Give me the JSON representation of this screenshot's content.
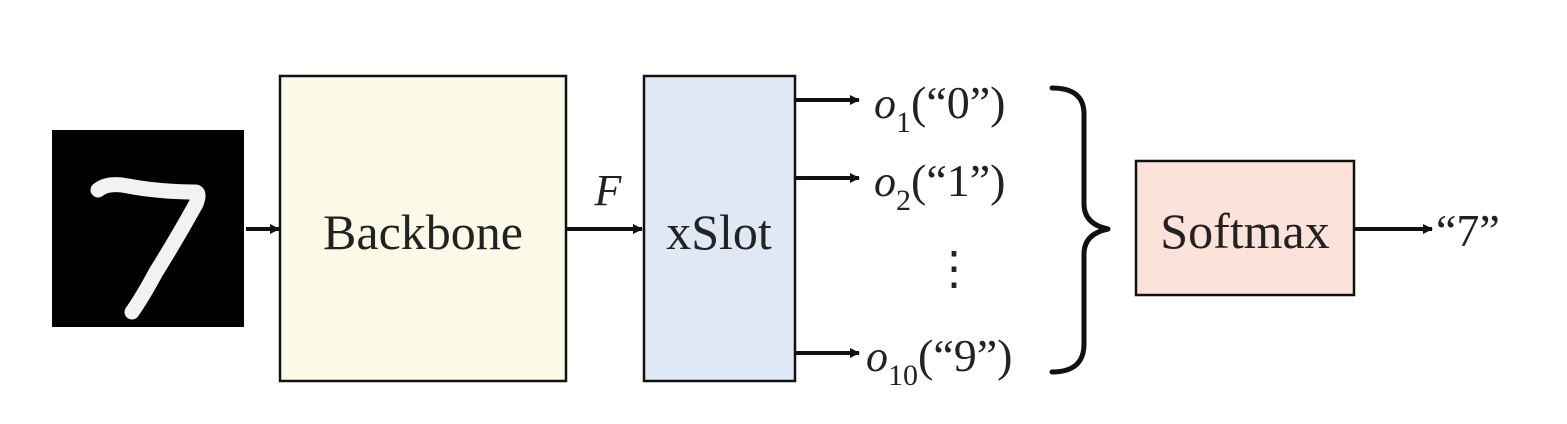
{
  "input_image": {
    "digit": "7",
    "background_color": "#000000",
    "stroke_color": "#f2f2f2"
  },
  "blocks": {
    "backbone": {
      "label": "Backbone",
      "fill": "#fafae6"
    },
    "xslot": {
      "label": "xSlot",
      "fill": "#dfe8f5"
    },
    "softmax": {
      "label": "Softmax",
      "fill": "#fbe3da"
    }
  },
  "feature_label": "F",
  "outputs": [
    {
      "var": "o",
      "sub": "1",
      "class_text": "(“0”)"
    },
    {
      "var": "o",
      "sub": "2",
      "class_text": "(“1”)"
    },
    {
      "var": "o",
      "sub": "10",
      "class_text": "(“9”)"
    }
  ],
  "ellipsis": "⋮",
  "prediction": "“7”",
  "colors": {
    "stroke": "#111111",
    "text": "#222222"
  }
}
